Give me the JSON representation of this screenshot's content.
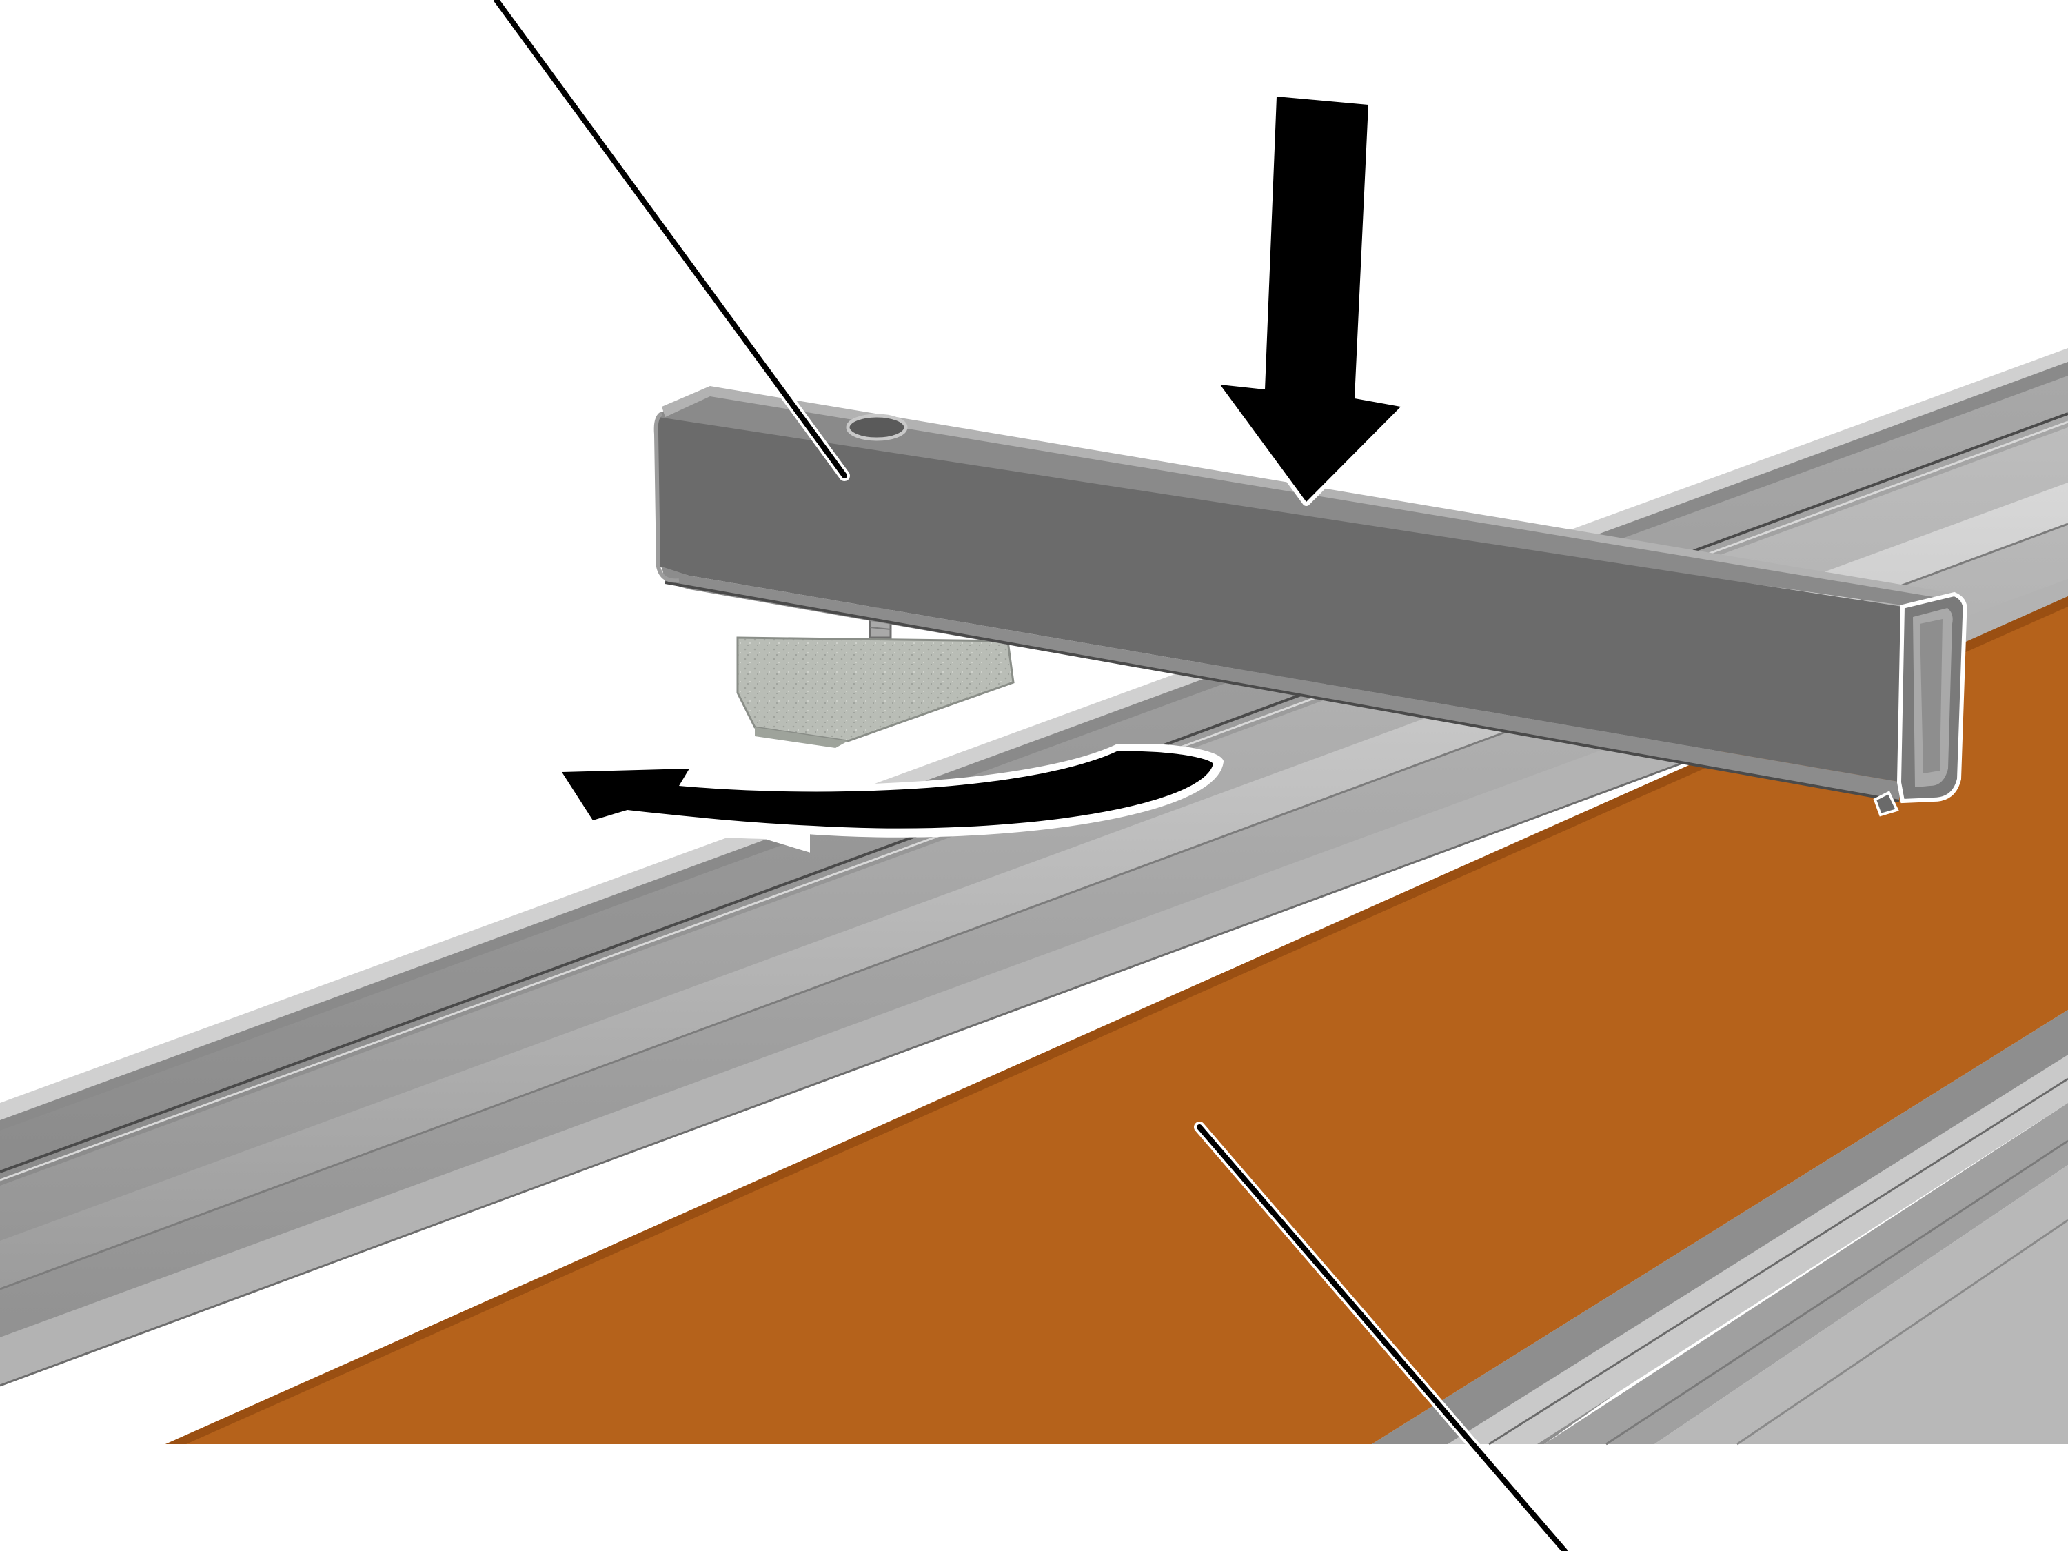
{
  "figure": {
    "kind": "assembly-instruction-illustration",
    "parts": [
      {
        "id": "strut-channel-crossbar",
        "label": ""
      },
      {
        "id": "channel-nut",
        "label": ""
      },
      {
        "id": "base-rail",
        "label": ""
      },
      {
        "id": "panel-profile",
        "label": ""
      }
    ],
    "actions": [
      {
        "id": "press-down",
        "icon": "arrow-down-icon"
      },
      {
        "id": "rotate-nut",
        "icon": "rotate-arrow-icon"
      }
    ],
    "leader_lines": [
      {
        "target": "strut-channel-crossbar",
        "label": ""
      },
      {
        "target": "panel-profile",
        "label": ""
      }
    ],
    "colors": {
      "background": "#ffffff",
      "steel_light": "#c4c4c4",
      "steel_mid": "#9a9a9a",
      "steel_dark": "#6a6a6a",
      "crossbar_face": "#6b6b6b",
      "panel_orange": "#b5621b",
      "nut_grey": "#b9bdb6",
      "arrow": "#000000",
      "outline": "#ffffff"
    }
  }
}
